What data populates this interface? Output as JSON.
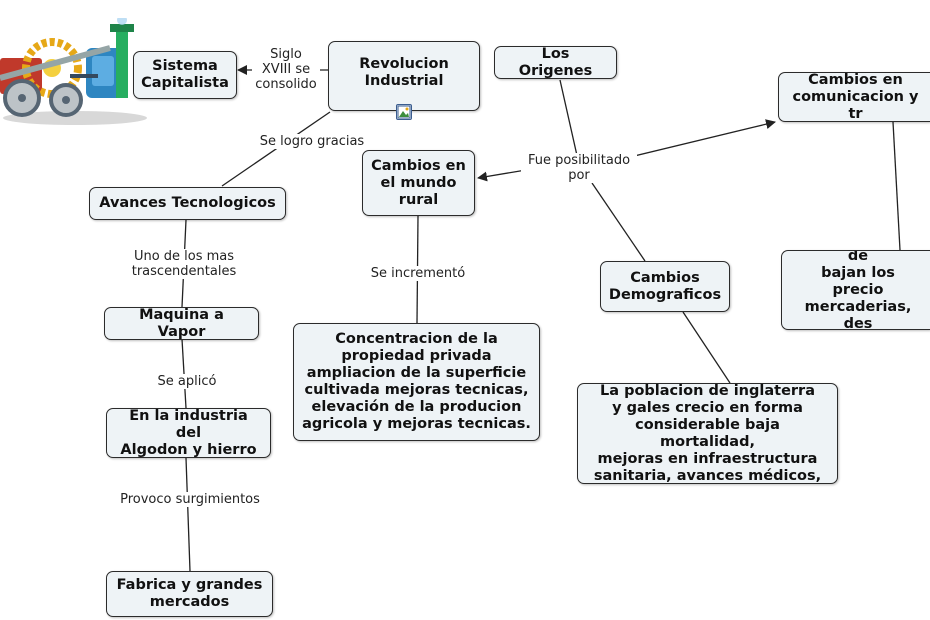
{
  "nodes": {
    "sistema_capitalista": "Sistema\nCapitalista",
    "revolucion_industrial": "Revolucion\nIndustrial",
    "los_origenes": "Los Origenes",
    "cambios_comunicacion": "Cambios en\ncomunicacion y tr",
    "avances_tecnologicos": "Avances Tecnologicos",
    "cambios_mundo_rural": "Cambios en\nel mundo\nrural",
    "maquina_vapor": "Maquina a Vapor",
    "cambios_demograficos": "Cambios\nDemograficos",
    "vasto_sistema": "Vasto sistema de\nbajan los precio\nmercaderias, des\nferrocarr",
    "concentracion": "Concentracion de la\npropiedad privada\nampliacion de la superficie\ncultivada mejoras tecnicas,\nelevación de la producion\nagricola y mejoras tecnicas.",
    "industria_algodon": "En la industria del\nAlgodon y hierro",
    "poblacion": "La poblacion de inglaterra\ny gales crecio en forma\nconsiderable baja mortalidad,\nmejoras en infraestructura\nsanitaria, avances médicos,",
    "fabrica": "Fabrica y grandes\nmercados"
  },
  "links": {
    "siglo_xviii": "Siglo\nXVIII se\nconsolido",
    "se_logro": "Se logro gracias",
    "fue_posibilitado": "Fue posibilitado\npor",
    "uno_de_los_mas": "Uno de los mas\ntrascendentales",
    "se_incremento": "Se incrementó",
    "se_aplico": "Se aplicó",
    "provoco": "Provoco surgimientos"
  },
  "colors": {
    "node_fill": "#eef3f6",
    "node_border": "#2b2b2b",
    "line": "#222222"
  }
}
